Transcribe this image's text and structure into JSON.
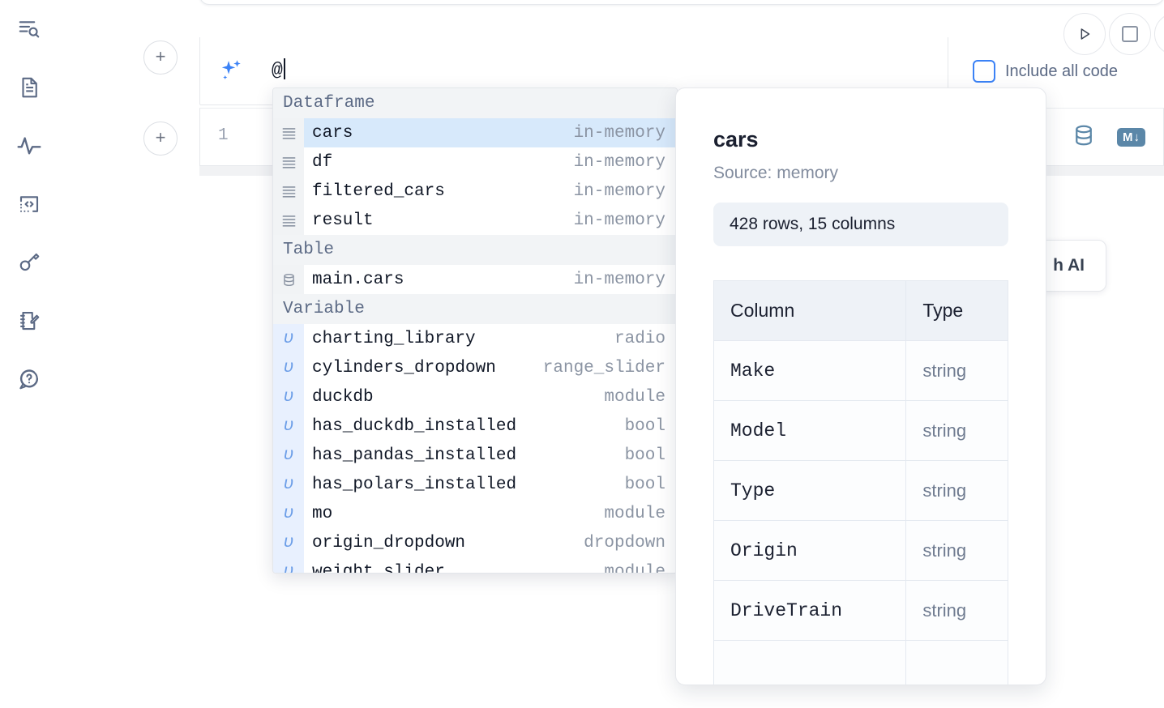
{
  "sidebar": {
    "items": [
      {
        "name": "file-explorer-search-icon",
        "icon": "list-search-icon"
      },
      {
        "name": "document-icon",
        "icon": "document-icon"
      },
      {
        "name": "activity-icon",
        "icon": "activity-icon"
      },
      {
        "name": "snippets-icon",
        "icon": "code-brackets-icon"
      },
      {
        "name": "secrets-icon",
        "icon": "key-icon"
      },
      {
        "name": "scratchpad-icon",
        "icon": "notebook-pencil-icon"
      },
      {
        "name": "help-icon",
        "icon": "question-chat-icon"
      }
    ]
  },
  "toolbar": {
    "add_cell_label": "+",
    "run_label": "▷",
    "include_all_code_label": "Include all code",
    "accent_blue": "#3b82f6"
  },
  "ai_prompt": {
    "value": "@",
    "sparkle_icon": "sparkles-icon"
  },
  "code_cell": {
    "line_number": "1",
    "markdown_badge": "M",
    "markdown_arrow": "↓"
  },
  "floating_button": {
    "label": "h AI"
  },
  "autocomplete": {
    "groups": [
      {
        "label": "Dataframe",
        "icon": "dataframe-icon",
        "icon_class": "df",
        "items": [
          {
            "name": "cars",
            "kind": "in-memory",
            "selected": true
          },
          {
            "name": "df",
            "kind": "in-memory",
            "selected": false
          },
          {
            "name": "filtered_cars",
            "kind": "in-memory",
            "selected": false
          },
          {
            "name": "result",
            "kind": "in-memory",
            "selected": false
          }
        ]
      },
      {
        "label": "Table",
        "icon": "database-icon",
        "icon_class": "tbl",
        "items": [
          {
            "name": "main.cars",
            "kind": "in-memory",
            "selected": false
          }
        ]
      },
      {
        "label": "Variable",
        "icon": "variable-icon",
        "icon_class": "var",
        "items": [
          {
            "name": "charting_library",
            "kind": "radio",
            "selected": false
          },
          {
            "name": "cylinders_dropdown",
            "kind": "range_slider",
            "selected": false
          },
          {
            "name": "duckdb",
            "kind": "module",
            "selected": false
          },
          {
            "name": "has_duckdb_installed",
            "kind": "bool",
            "selected": false
          },
          {
            "name": "has_pandas_installed",
            "kind": "bool",
            "selected": false
          },
          {
            "name": "has_polars_installed",
            "kind": "bool",
            "selected": false
          },
          {
            "name": "mo",
            "kind": "module",
            "selected": false
          },
          {
            "name": "origin_dropdown",
            "kind": "dropdown",
            "selected": false
          },
          {
            "name": "weight_slider",
            "kind": "module",
            "selected": false
          }
        ]
      }
    ]
  },
  "preview": {
    "title": "cars",
    "source": "Source: memory",
    "shape": "428 rows, 15 columns",
    "headers": [
      "Column",
      "Type"
    ],
    "rows": [
      {
        "column": "Make",
        "type": "string"
      },
      {
        "column": "Model",
        "type": "string"
      },
      {
        "column": "Type",
        "type": "string"
      },
      {
        "column": "Origin",
        "type": "string"
      },
      {
        "column": "DriveTrain",
        "type": "string"
      }
    ]
  }
}
